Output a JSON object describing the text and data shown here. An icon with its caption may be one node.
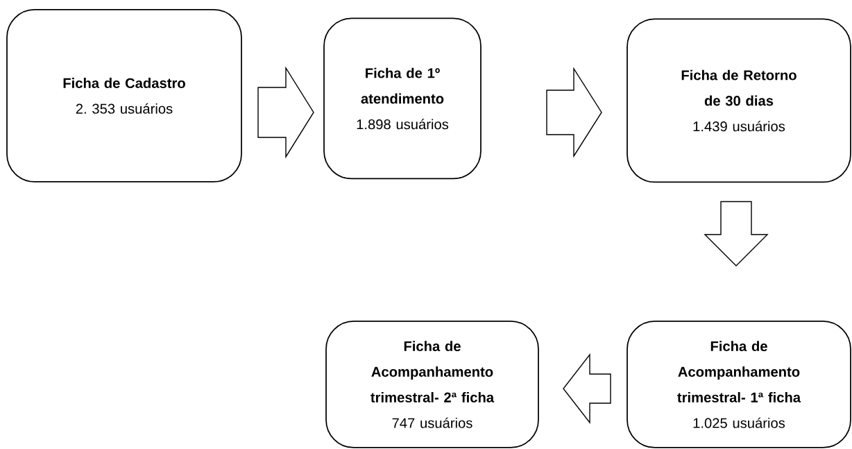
{
  "diagram": {
    "nodes": [
      {
        "text": [
          "Ficha de Cadastro",
          "2. 353 usuários"
        ]
      },
      {
        "text": [
          "Ficha de 1º atendimento",
          "1.898 usuários"
        ]
      },
      {
        "text": [
          "Ficha de Retorno de 30 dias",
          "1.439 usuários"
        ]
      },
      {
        "text": [
          "Ficha de Acompanhamento trimestral- 2ª ficha",
          "747 usuários"
        ]
      },
      {
        "text": [
          "Ficha de Acompanhamento trimestral- 1ª ficha",
          "1.025 usuários"
        ]
      }
    ],
    "edges": [
      {
        "from": 0,
        "to": 1,
        "arrow": "to"
      },
      {
        "from": 1,
        "to": 2,
        "arrow": "to"
      },
      {
        "from": 2,
        "to": 4,
        "arrow": "to"
      },
      {
        "from": 4,
        "to": 3,
        "arrow": "to"
      }
    ]
  }
}
